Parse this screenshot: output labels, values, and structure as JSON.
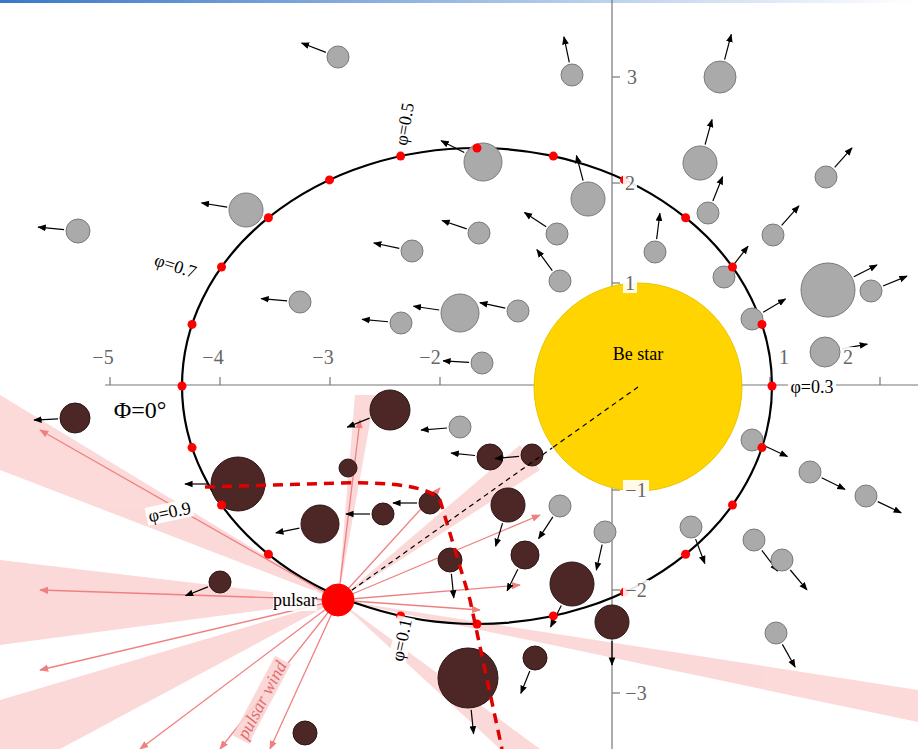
{
  "diagram": {
    "nodes": [
      {
        "text": [
          "Be star"
        ]
      },
      {
        "text": [
          "pulsar"
        ]
      }
    ],
    "edges": [
      {
        "from": 1,
        "to": 0,
        "arrow": "none"
      }
    ],
    "labels": [
      "3",
      "2",
      "1",
      "−5",
      "−4",
      "−3",
      "−2",
      "1",
      "2",
      "−1",
      "−2",
      "−3",
      "φ=0.5",
      "φ=0.7",
      "Φ=0°",
      "φ=0.9",
      "φ=0.1",
      "φ=0.3",
      "pulsar wind"
    ]
  }
}
